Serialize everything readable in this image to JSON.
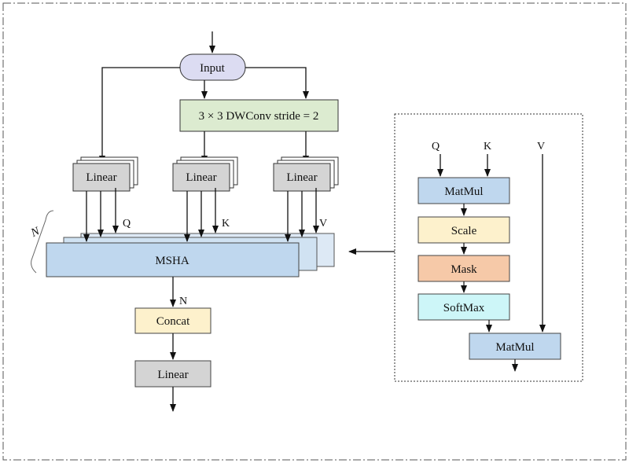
{
  "input_label": "Input",
  "dwconv_label": "3 × 3 DWConv stride = 2",
  "linear_label": "Linear",
  "q_label": "Q",
  "k_label": "K",
  "v_label": "V",
  "n_stack_label": "N",
  "msha_label": "MSHA",
  "n_label": "N",
  "concat_label": "Concat",
  "output_linear_label": "Linear",
  "detail": {
    "q_label": "Q",
    "k_label": "K",
    "v_label": "V",
    "matmul1_label": "MatMul",
    "scale_label": "Scale",
    "mask_label": "Mask",
    "softmax_label": "SoftMax",
    "matmul2_label": "MatMul"
  },
  "colors": {
    "input_fill": "#dcdcf2",
    "dwconv_fill": "#dcebd0",
    "linear_fill": "#d4d4d4",
    "msha_fill": "#bfd7ee",
    "concat_fill": "#fdf1cc",
    "matmul_fill": "#bfd7ee",
    "scale_fill": "#fdf1cc",
    "mask_fill": "#f6c9a8",
    "softmax_fill": "#cdf6f8"
  }
}
